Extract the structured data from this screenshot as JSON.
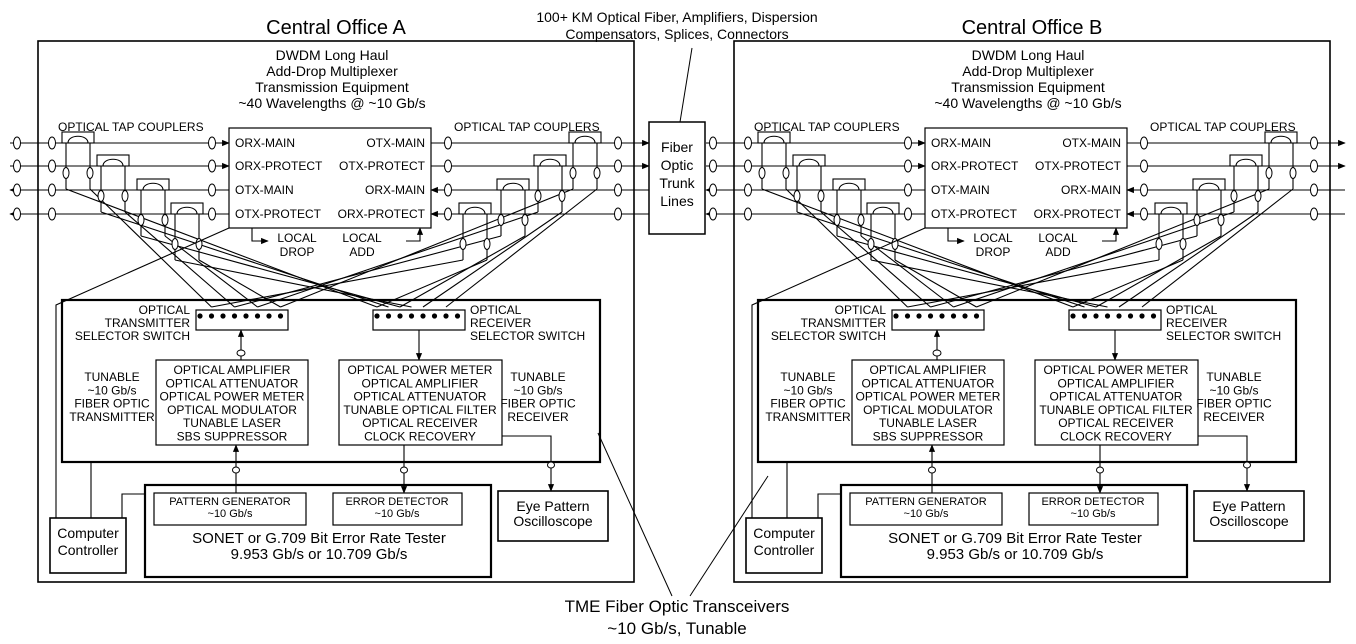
{
  "top_annotation": "100+ KM Optical Fiber, Amplifiers, Dispersion\nCompensators, Splices, Connectors",
  "trunk": "Fiber\nOptic\nTrunk\nLines",
  "bottom_annotation": "TME Fiber Optic Transceivers\n~10 Gb/s, Tunable",
  "offices": [
    {
      "title": "Central Office A"
    },
    {
      "title": "Central Office B"
    }
  ],
  "office": {
    "adm_title": "DWDM Long Haul\nAdd-Drop Multiplexer\nTransmission Equipment\n~40 Wavelengths @ ~10 Gb/s",
    "tap_left": "OPTICAL TAP COUPLERS",
    "tap_right": "OPTICAL TAP COUPLERS",
    "ports_left": [
      "ORX-MAIN",
      "ORX-PROTECT",
      "OTX-MAIN",
      "OTX-PROTECT"
    ],
    "ports_right": [
      "OTX-MAIN",
      "OTX-PROTECT",
      "ORX-MAIN",
      "ORX-PROTECT"
    ],
    "local_drop": "LOCAL\nDROP",
    "local_add": "LOCAL\nADD",
    "tx_switch": "OPTICAL\nTRANSMITTER\nSELECTOR SWITCH",
    "rx_switch": "OPTICAL\nRECEIVER\nSELECTOR SWITCH",
    "tx_label": "TUNABLE\n~10 Gb/s\nFIBER OPTIC\nTRANSMITTER",
    "rx_label": "TUNABLE\n~10 Gb/s\nFIBER OPTIC\nRECEIVER",
    "tx_components": "OPTICAL AMPLIFIER\nOPTICAL ATTENUATOR\nOPTICAL POWER METER\nOPTICAL MODULATOR\nTUNABLE LASER\nSBS SUPPRESSOR",
    "rx_components": "OPTICAL POWER METER\nOPTICAL AMPLIFIER\nOPTICAL ATTENUATOR\nTUNABLE OPTICAL FILTER\nOPTICAL RECEIVER\nCLOCK RECOVERY",
    "pattern_gen": "PATTERN GENERATOR\n~10 Gb/s",
    "error_det": "ERROR DETECTOR\n~10 Gb/s",
    "bert": "SONET or G.709 Bit Error Rate Tester\n9.953 Gb/s or 10.709 Gb/s",
    "eye": "Eye Pattern\nOscilloscope",
    "computer": "Computer\nController"
  }
}
